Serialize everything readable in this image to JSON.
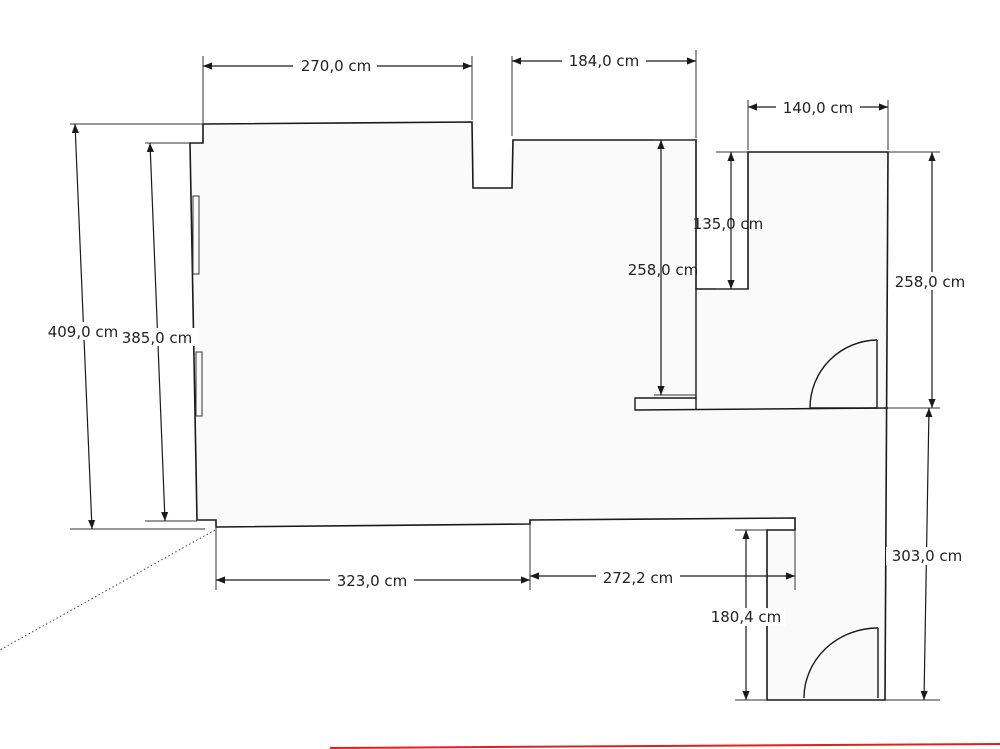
{
  "dimensions": {
    "top_left": "270,0 cm",
    "top_mid": "184,0 cm",
    "top_right": "140,0 cm",
    "left_outer": "409,0 cm",
    "left_inner": "385,0 cm",
    "mid_height": "258,0 cm",
    "step_height": "135,0 cm",
    "right_upper": "258,0 cm",
    "right_lower": "303,0 cm",
    "bottom_left": "323,0 cm",
    "bottom_mid": "272,2 cm",
    "corridor_height": "180,4 cm"
  },
  "colors": {
    "wall": "#1a1a1a",
    "fill": "#fafafa",
    "accent": "#e02020"
  }
}
